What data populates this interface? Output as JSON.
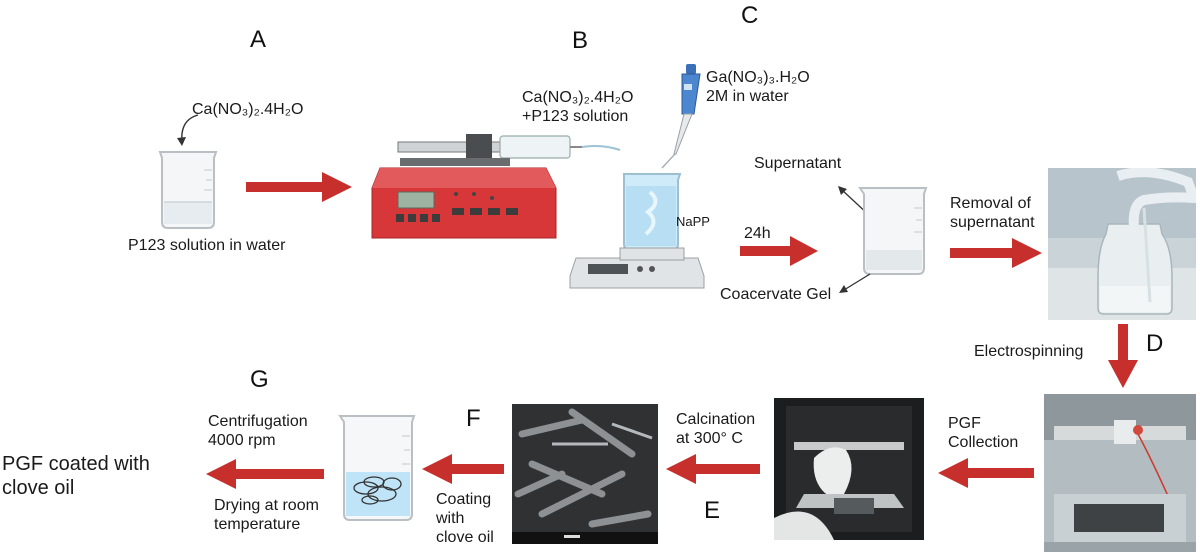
{
  "steps": {
    "A": "A",
    "B": "B",
    "C": "C",
    "D": "D",
    "E": "E",
    "F": "F",
    "G": "G"
  },
  "labels": {
    "ca_nitrate_a": "Ca(NO₃)₂.4H₂O",
    "p123_solution": "P123 solution in water",
    "ca_nitrate_b": "Ca(NO₃)₂.4H₂O",
    "p123_plus": "+P123 solution",
    "ga_nitrate": "Ga(NO₃)₃.H₂O",
    "ga_conc": "2M in water",
    "napp": "NaPP",
    "time_24h": "24h",
    "supernatant": "Supernatant",
    "coacervate_gel": "Coacervate Gel",
    "removal_1": "Removal of",
    "removal_2": "supernatant",
    "electrospinning": "Electrospinning",
    "pgf_1": "PGF",
    "pgf_2": "Collection",
    "calcination_1": "Calcination",
    "calcination_2": "at 300° C",
    "coating_1": "Coating",
    "coating_2": "with",
    "coating_3": "clove oil",
    "centrifugation_1": "Centrifugation",
    "centrifugation_2": "4000 rpm",
    "drying_1": "Drying at room",
    "drying_2": "temperature",
    "final_1": "PGF coated with",
    "final_2": "clove oil"
  },
  "colors": {
    "arrow": "#c62f2b",
    "pump": "#d8373a",
    "liquid": "#bfe4f7",
    "gel": "#e9eef0"
  }
}
